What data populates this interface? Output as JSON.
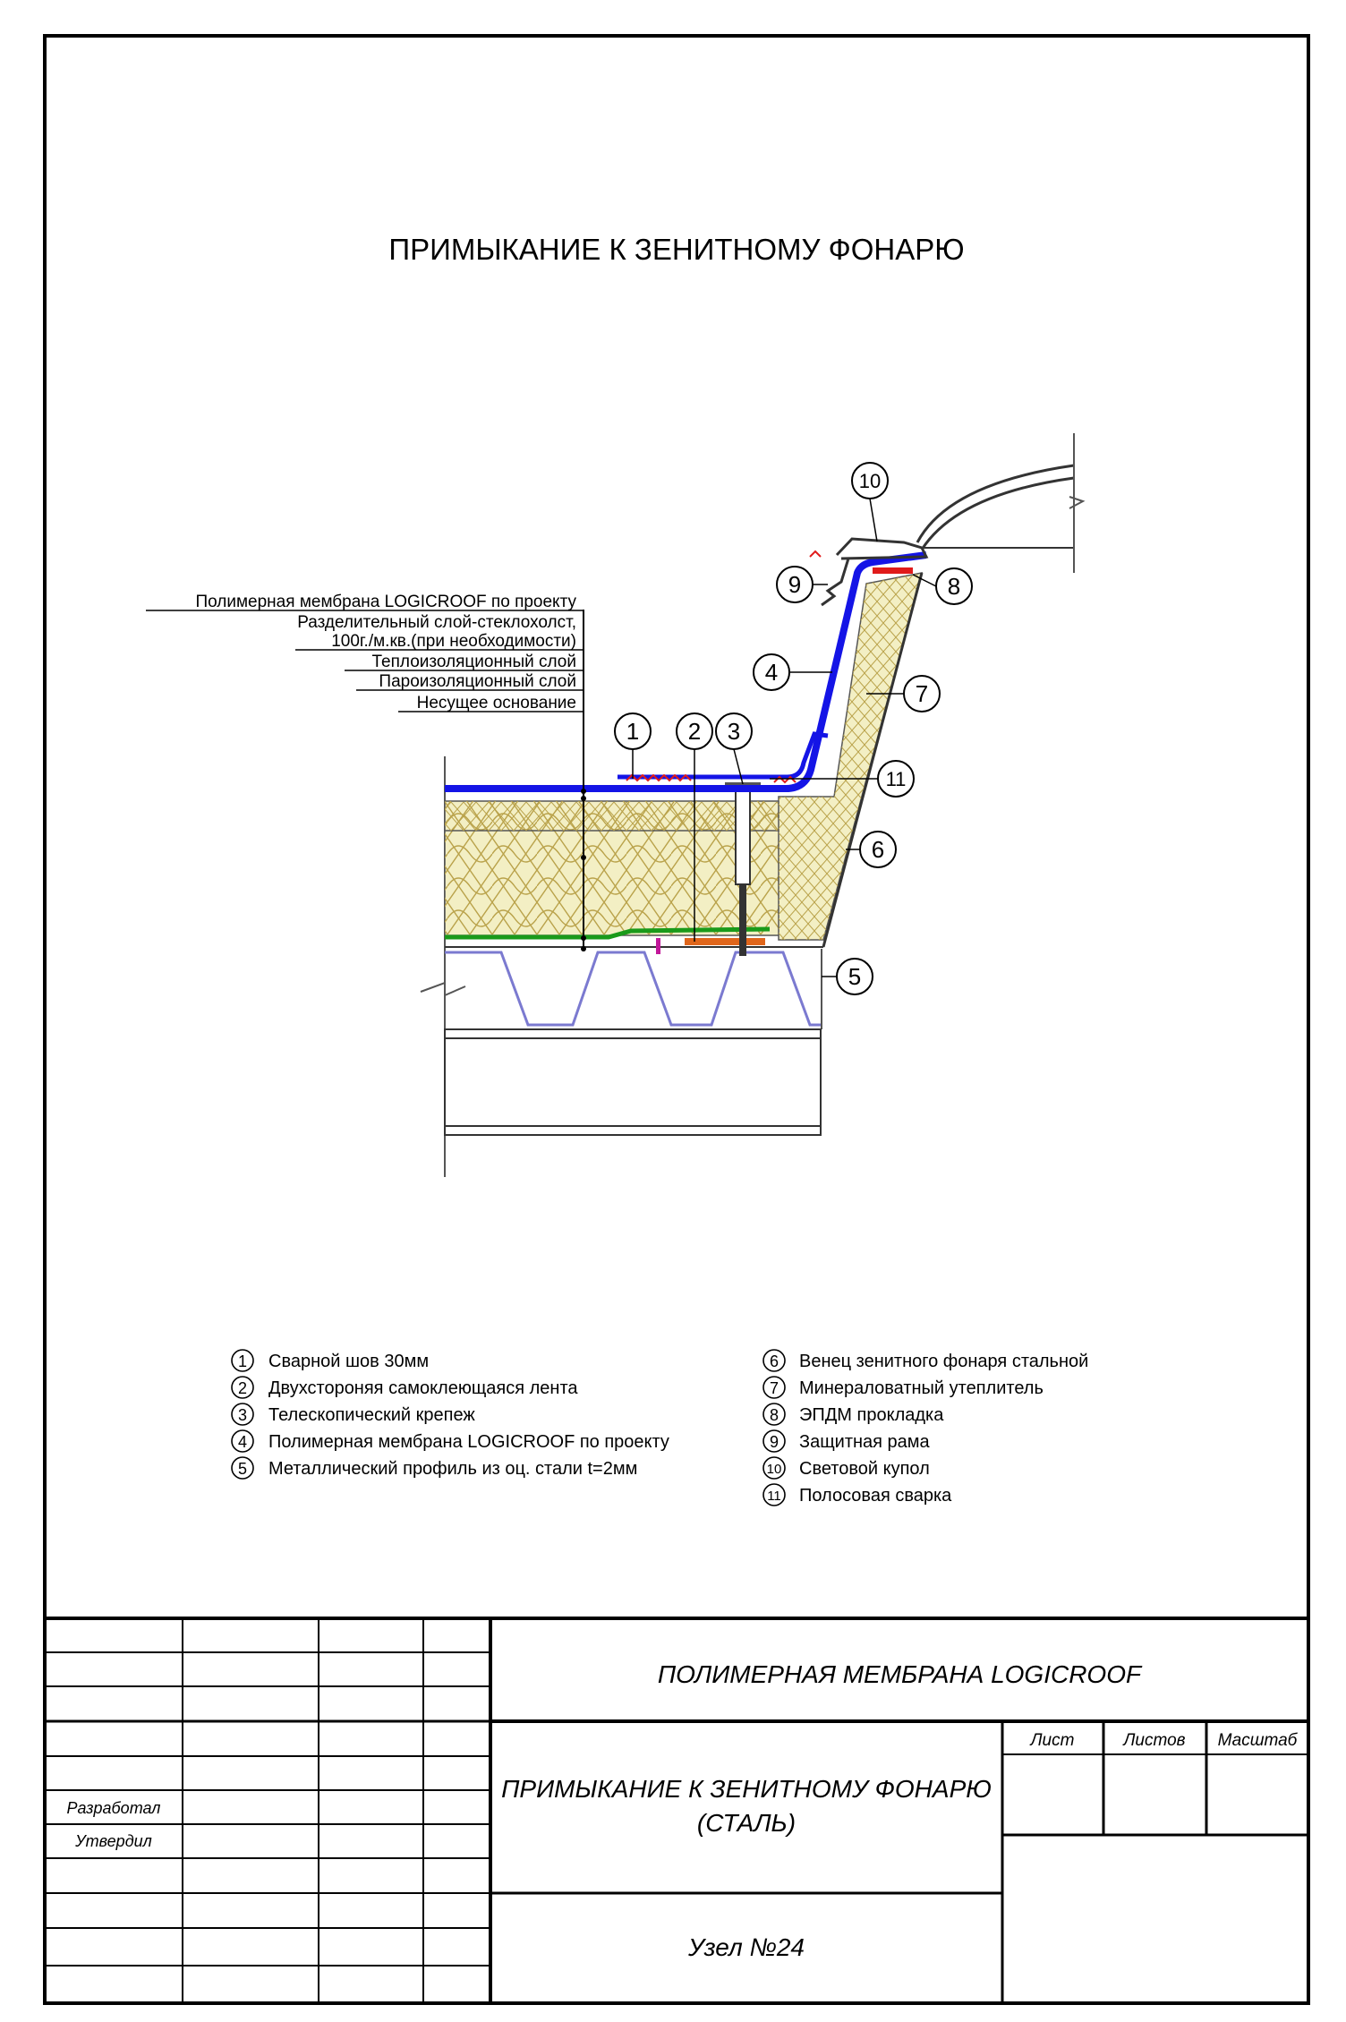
{
  "title": "ПРИМЫКАНИЕ К ЗЕНИТНОМУ ФОНАРЮ",
  "layers": [
    "Полимерная мембрана LOGICROOF по проекту",
    "Разделительный слой-стеклохолст,",
    "100г./м.кв.(при необходимости)",
    "Теплоизоляционный слой",
    "Пароизоляционный слой",
    "Несущее основание"
  ],
  "callouts": [
    "1",
    "2",
    "3",
    "4",
    "5",
    "6",
    "7",
    "8",
    "9",
    "10",
    "11"
  ],
  "legend": [
    {
      "num": "1",
      "text": "Сварной шов 30мм"
    },
    {
      "num": "2",
      "text": "Двухстороняя самоклеющаяся лента"
    },
    {
      "num": "3",
      "text": "Телескопический крепеж"
    },
    {
      "num": "4",
      "text": "Полимерная мембрана LOGICROOF по проекту"
    },
    {
      "num": "5",
      "text": "Металлический профиль из оц. стали t=2мм"
    },
    {
      "num": "6",
      "text": "Венец зенитного фонаря стальной"
    },
    {
      "num": "7",
      "text": "Минераловатный утеплитель"
    },
    {
      "num": "8",
      "text": "ЭПДМ прокладка"
    },
    {
      "num": "9",
      "text": "Защитная рама"
    },
    {
      "num": "10",
      "text": "Световой купол"
    },
    {
      "num": "11",
      "text": "Полосовая сварка"
    }
  ],
  "stamp": {
    "project": "ПОЛИМЕРНАЯ МЕМБРАНА LOGICROOF",
    "drawing_title_1": "ПРИМЫКАНИЕ К ЗЕНИТНОМУ ФОНАРЮ",
    "drawing_title_2": "(СТАЛЬ)",
    "node": "Узел №24",
    "sheet_label": "Лист",
    "sheets_label": "Листов",
    "scale_label": "Масштаб",
    "developed_label": "Разработал",
    "approved_label": "Утвердил"
  },
  "colors": {
    "membrane": "#1414e6",
    "insulation": "#f3efc4",
    "insulation_line": "#b9a24a",
    "vapor_barrier": "#1a9a1a",
    "weld": "#e01b1b",
    "tape": "#e0661b",
    "deck": "#7b7ad0",
    "fastener_pink": "#c2189a"
  }
}
